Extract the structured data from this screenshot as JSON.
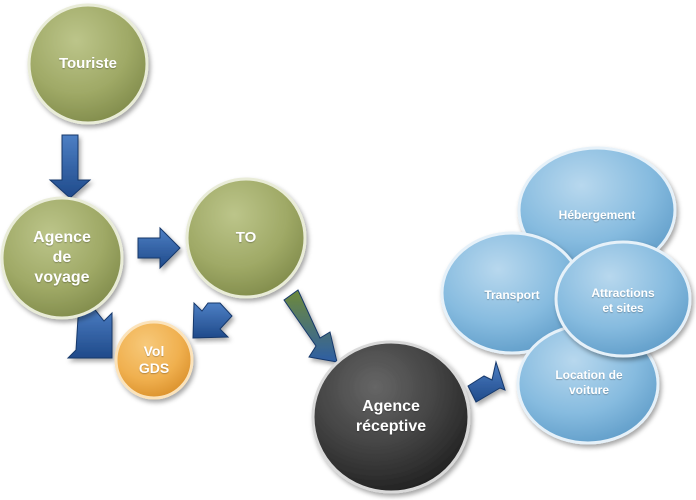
{
  "nodes": {
    "touriste": "Touriste",
    "agence_voyage": "Agence\nde\nvoyage",
    "to": "TO",
    "vol_gds": "Vol\nGDS",
    "agence_receptive": "Agence\nréceptive",
    "hebergement": "Hébergement",
    "transport": "Transport",
    "attractions": "Attractions\net sites",
    "location_voiture": "Location de\nvoiture"
  },
  "colors": {
    "olive": "#9fa966",
    "orange": "#f0b04f",
    "dark": "#3c3c3c",
    "blue": "#7fb4d8",
    "arrow": "#2d5ea5"
  }
}
